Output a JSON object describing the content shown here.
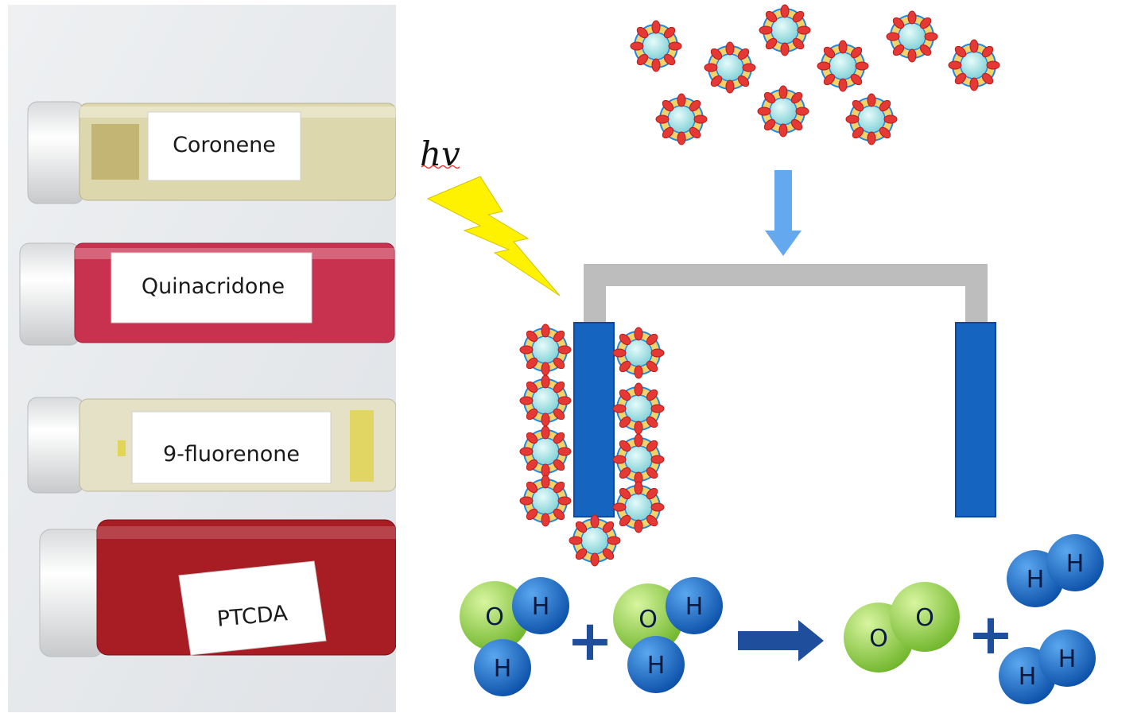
{
  "photo": {
    "vials": [
      {
        "label": "Coronene",
        "liquid": "#d9d4a8",
        "tint": "#cfc78e"
      },
      {
        "label": "Quinacridone",
        "liquid": "#c8324f",
        "tint": "#b62543"
      },
      {
        "label": "9-fluorenone",
        "liquid": "#e6e3c9",
        "tint": "#d8d4b0"
      },
      {
        "label": "PTCDA",
        "liquid": "#a81c24",
        "tint": "#8f1119"
      }
    ]
  },
  "scheme": {
    "light_label": "hv",
    "reaction": {
      "reactant_atoms": [
        "O",
        "H",
        "H"
      ],
      "product_atoms": [
        "O",
        "O"
      ],
      "h2_atoms": [
        "H",
        "H"
      ],
      "plus": "+"
    },
    "colors": {
      "electrode": "#1565c0",
      "wire": "#bdbdbd",
      "arrow_down": "#64a8f0",
      "arrow_right": "#1f4e9c",
      "oxygen": "#8fd13f",
      "hydrogen": "#1565c0",
      "bolt": "#fff200"
    }
  }
}
